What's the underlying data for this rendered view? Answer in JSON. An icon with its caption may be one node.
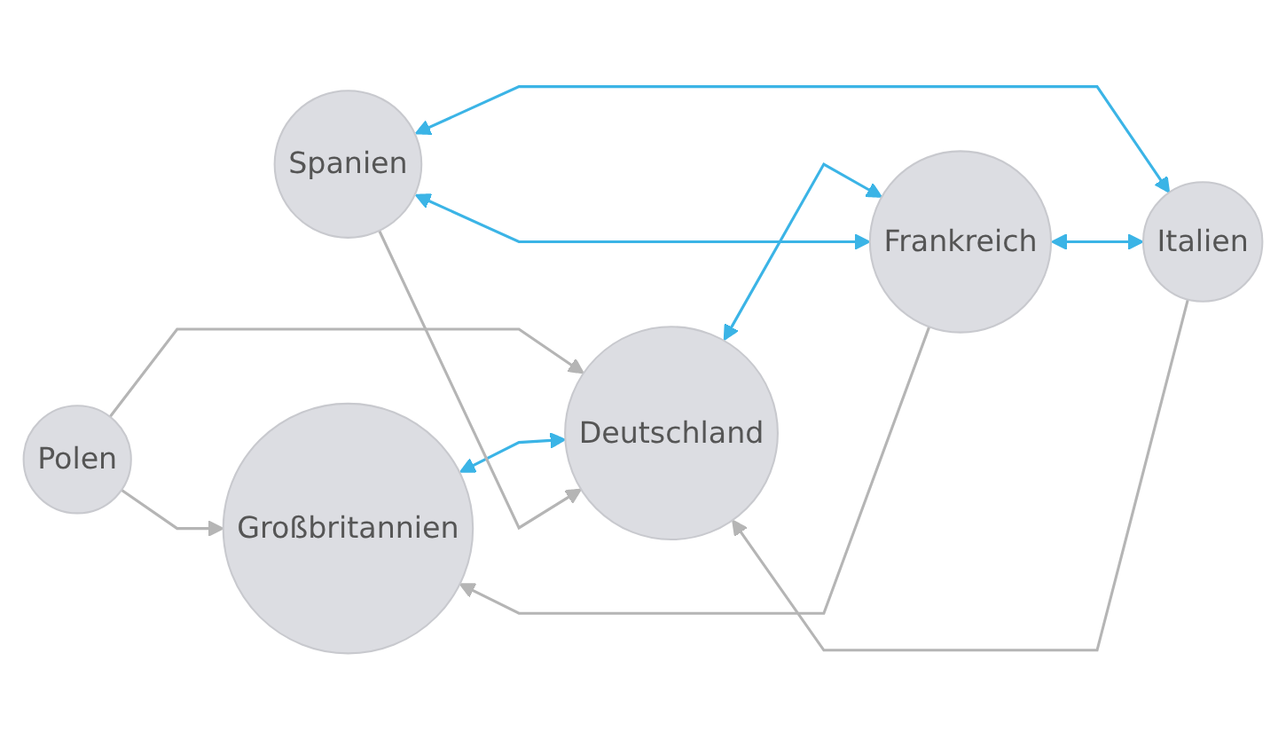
{
  "diagram": {
    "nodes": [
      {
        "text": [
          "Großbritannien"
        ]
      },
      {
        "text": [
          "Spanien"
        ]
      },
      {
        "text": [
          "Polen"
        ]
      },
      {
        "text": [
          "Deutschland"
        ]
      },
      {
        "text": [
          "Frankreich"
        ]
      },
      {
        "text": [
          "Italien"
        ]
      }
    ],
    "edges": [
      {
        "from": 2,
        "to": 0,
        "arrow": "to",
        "color": "#b5b5b5"
      },
      {
        "from": 2,
        "to": 3,
        "arrow": "to",
        "color": "#b5b5b5"
      },
      {
        "from": 0,
        "to": 3,
        "arrow": "both",
        "color": "#3bb4e6"
      },
      {
        "from": 4,
        "to": 0,
        "arrow": "to",
        "color": "#b5b5b5"
      },
      {
        "from": 1,
        "to": 3,
        "arrow": "to",
        "color": "#b5b5b5"
      },
      {
        "from": 3,
        "to": 4,
        "arrow": "both",
        "color": "#3bb4e6"
      },
      {
        "from": 1,
        "to": 4,
        "arrow": "both",
        "color": "#3bb4e6"
      },
      {
        "from": 1,
        "to": 5,
        "arrow": "both",
        "color": "#3bb4e6"
      },
      {
        "from": 4,
        "to": 5,
        "arrow": "both",
        "color": "#3bb4e6"
      },
      {
        "from": 5,
        "to": 3,
        "arrow": "to",
        "color": "#b5b5b5"
      }
    ]
  }
}
